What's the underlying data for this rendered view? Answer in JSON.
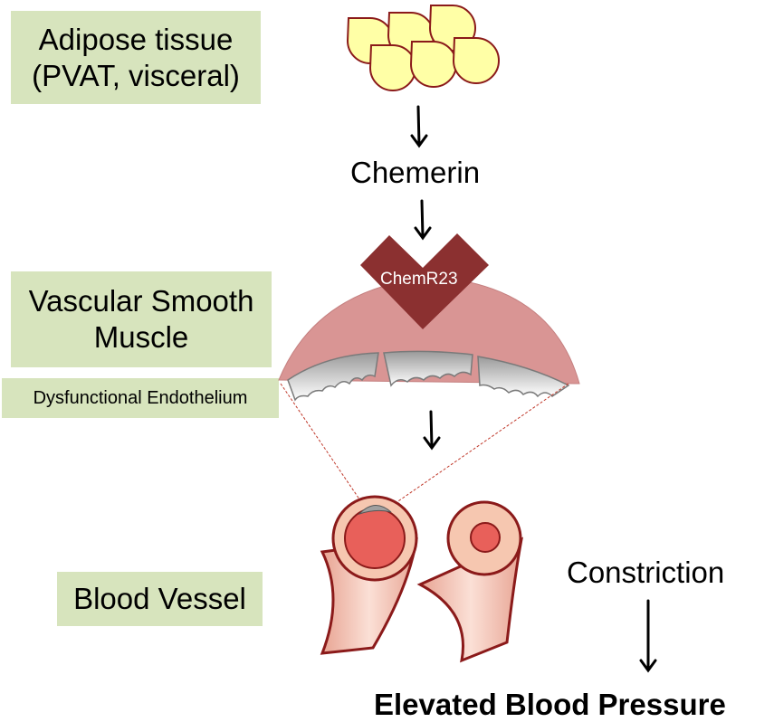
{
  "labels": {
    "adipose": "Adipose tissue\n(PVAT, visceral)",
    "vsm": "Vascular Smooth\nMuscle",
    "endothelium": "Dysfunctional Endothelium",
    "vessel": "Blood Vessel"
  },
  "flow": {
    "chemerin": "Chemerin",
    "receptor": "ChemR23",
    "constriction": "Constriction",
    "outcome": "Elevated Blood Pressure"
  },
  "colors": {
    "label_bg": "#d7e4bd",
    "adipocyte_fill": "#ffffa6",
    "adipocyte_stroke": "#8b1a1a",
    "receptor": "#8b3030",
    "muscle": "#d99594",
    "endothelium": "#bfbfbf",
    "vessel_wall": "#8b1a1a",
    "vessel_lumen": "#e8605a",
    "vessel_outer": "#f6c7b0"
  }
}
